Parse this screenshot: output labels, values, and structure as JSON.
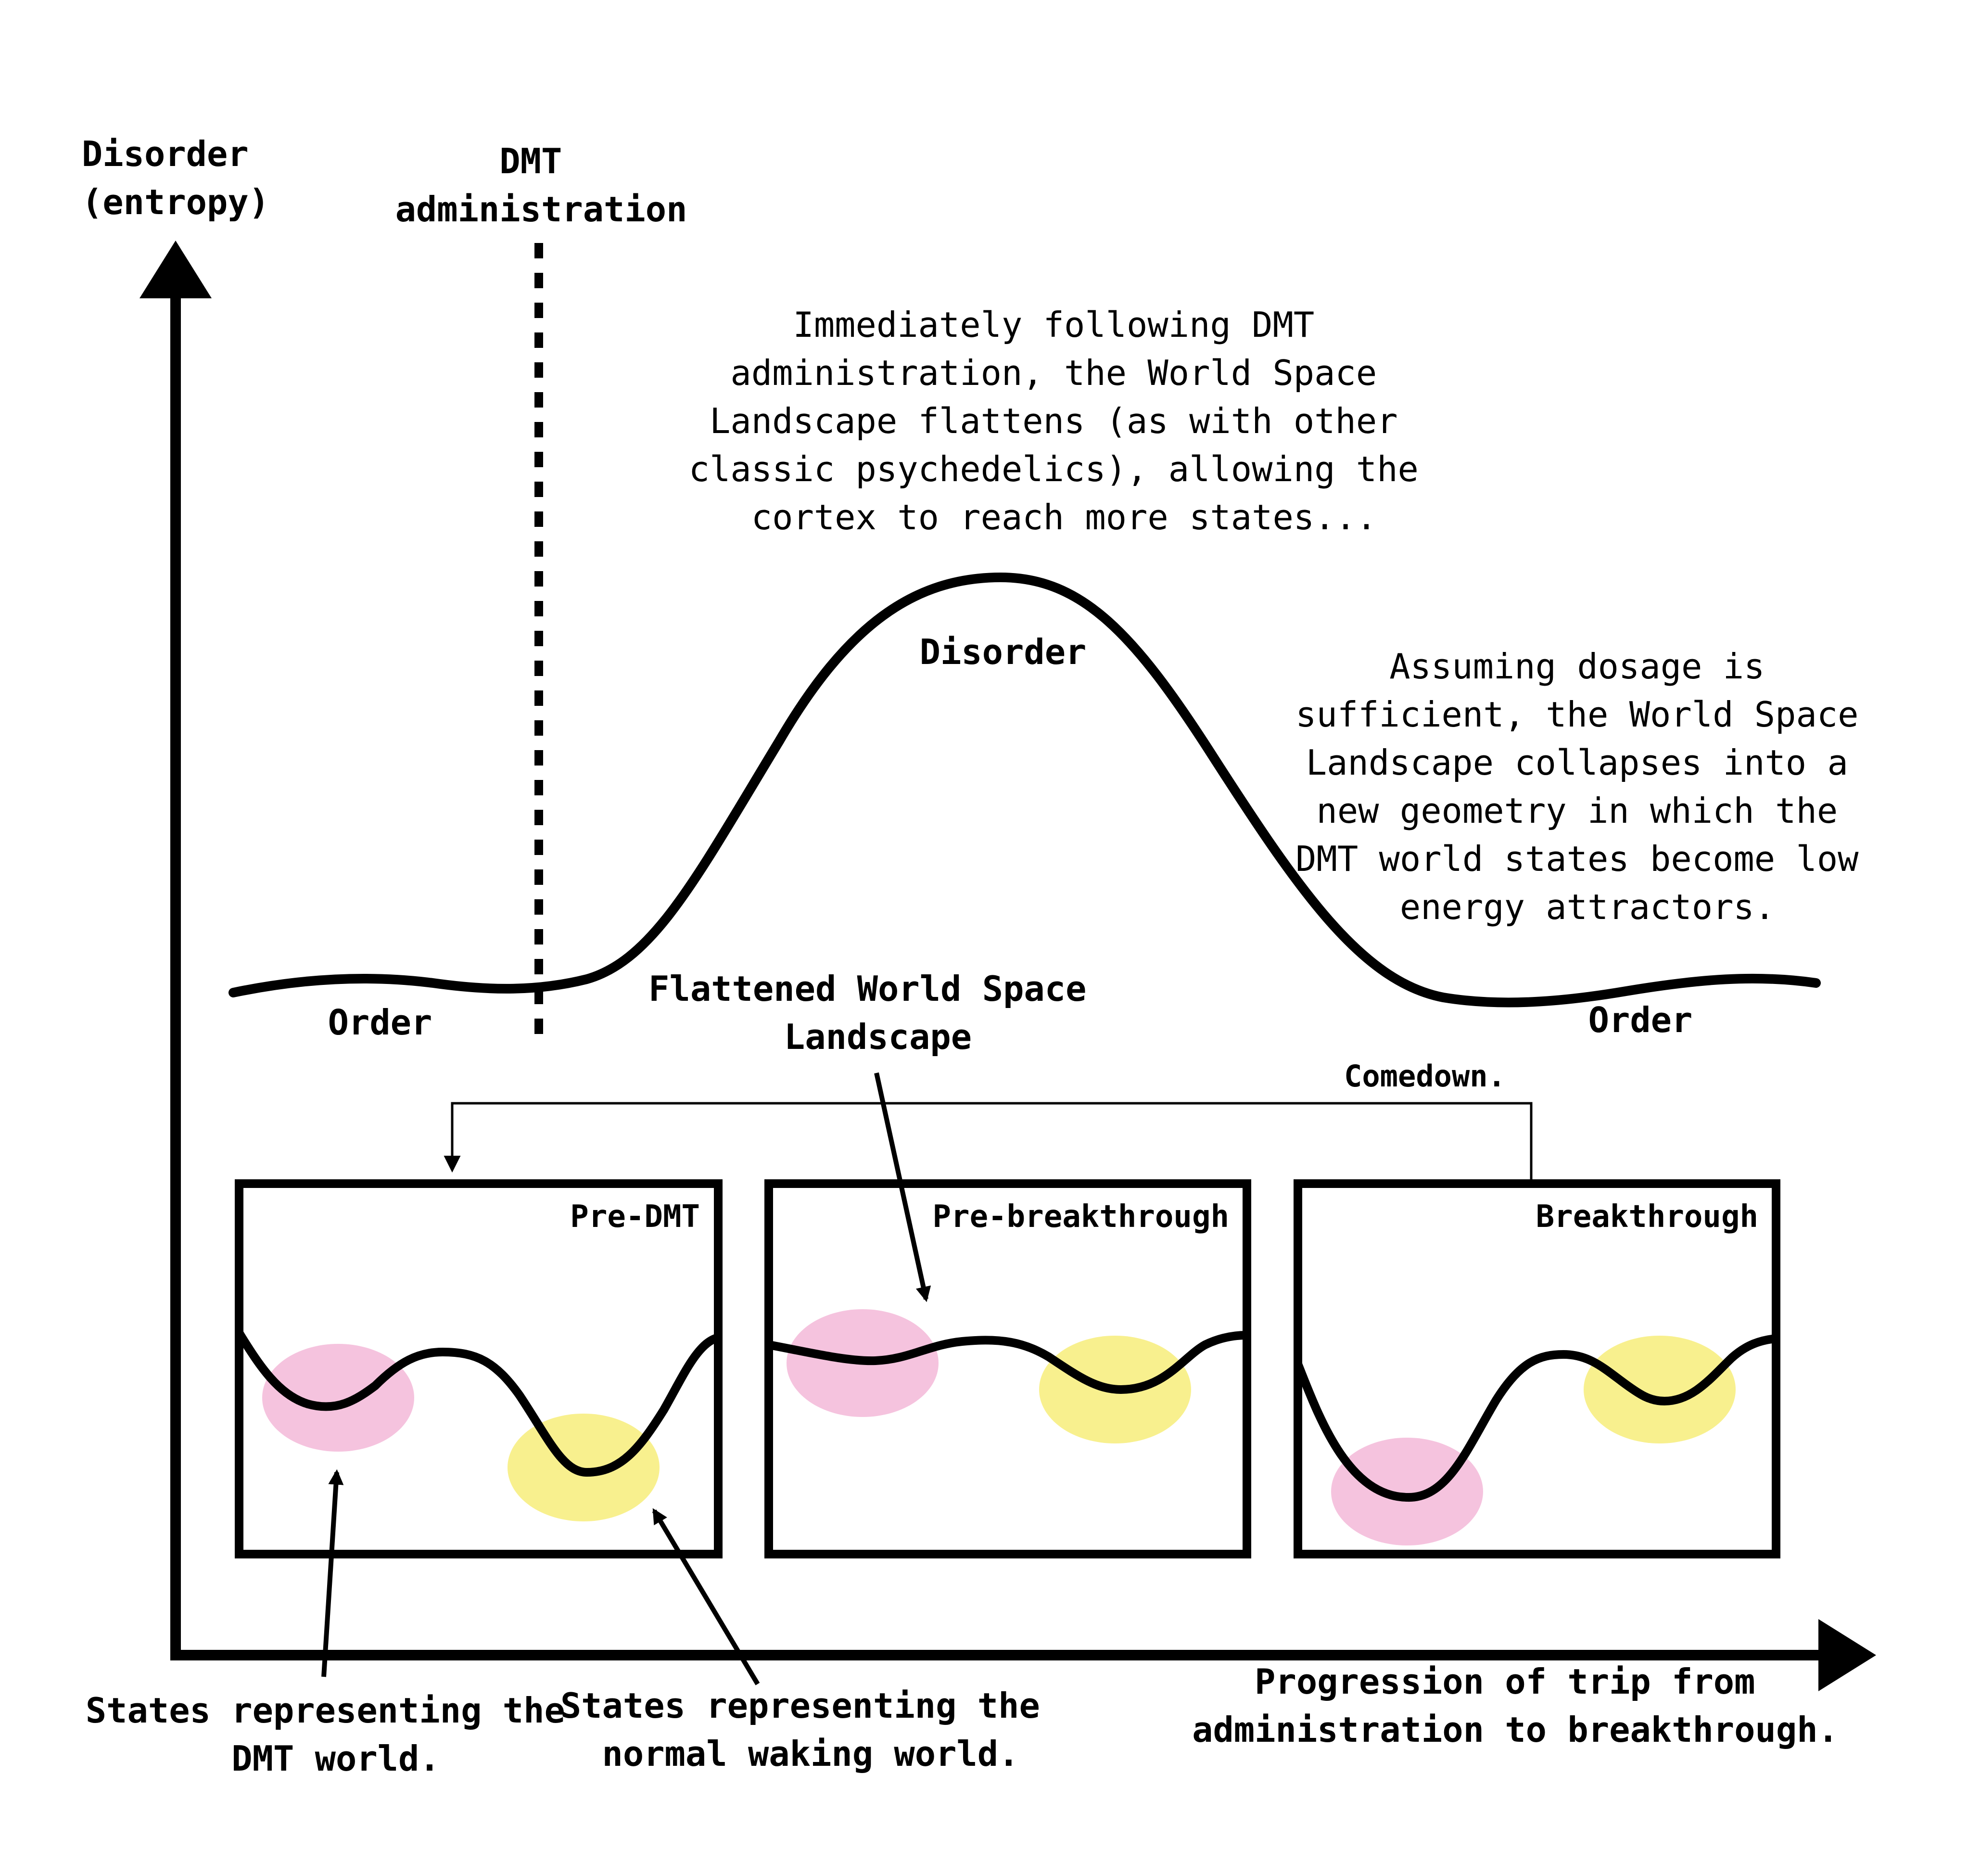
{
  "colors": {
    "ink": "#000000",
    "dmt_world_state": "#f5c3de",
    "waking_world_state": "#f8f08e",
    "background": "#ffffff"
  },
  "axes": {
    "y_label": [
      "Disorder",
      "(entropy)"
    ],
    "x_label": [
      "Progression of trip from",
      "administration to breakthrough."
    ]
  },
  "markers": {
    "dmt_administration": [
      "DMT",
      "administration"
    ]
  },
  "curve_labels": {
    "order_left": "Order",
    "disorder_peak": "Disorder",
    "order_right": "Order",
    "flattened": [
      "Flattened World Space",
      "Landscape"
    ],
    "comedown": "Comedown."
  },
  "annotations": {
    "top_note": [
      "Immediately following DMT",
      "administration, the World Space",
      "Landscape flattens (as with other",
      "classic psychedelics), allowing the",
      "cortex to reach more states..."
    ],
    "right_note": [
      "Assuming dosage is",
      "sufficient, the World Space",
      "Landscape collapses into a",
      "new geometry in which the",
      "DMT world states become low",
      "energy attractors."
    ],
    "dmt_world_states": [
      "States representing the",
      "DMT world."
    ],
    "waking_world_states": [
      "States representing the",
      "normal waking world."
    ]
  },
  "panels": [
    {
      "title": "Pre-DMT"
    },
    {
      "title": "Pre-breakthrough"
    },
    {
      "title": "Breakthrough"
    }
  ]
}
